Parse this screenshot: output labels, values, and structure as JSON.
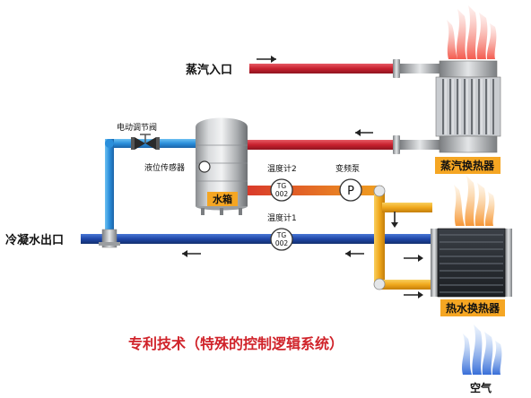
{
  "labels": {
    "steam_inlet": "蒸汽入口",
    "steam_hx": "蒸汽换热器",
    "valve": "电动调节阀",
    "level_sensor": "液位传感器",
    "tank": "水箱",
    "temp2": "温度计2",
    "vfd_pump": "变频泵",
    "temp1": "温度计1",
    "condensate_outlet": "冷凝水出口",
    "hot_water_hx": "热水换热器",
    "air": "空气",
    "pump_symbol": "P",
    "gauge2_top": "TG",
    "gauge2_bottom": "002",
    "gauge1_top": "TG",
    "gauge1_bottom": "002"
  },
  "footer": {
    "patent_text": "专利技术（特殊的控制逻辑系统）"
  },
  "colors": {
    "steam_red": "#cf2030",
    "cold_blue": "#1f4fb5",
    "light_blue": "#2f95de",
    "hot_orange": "#f0a81c",
    "label_box_orange": "#f5a623",
    "footer_red": "#d0232a"
  }
}
